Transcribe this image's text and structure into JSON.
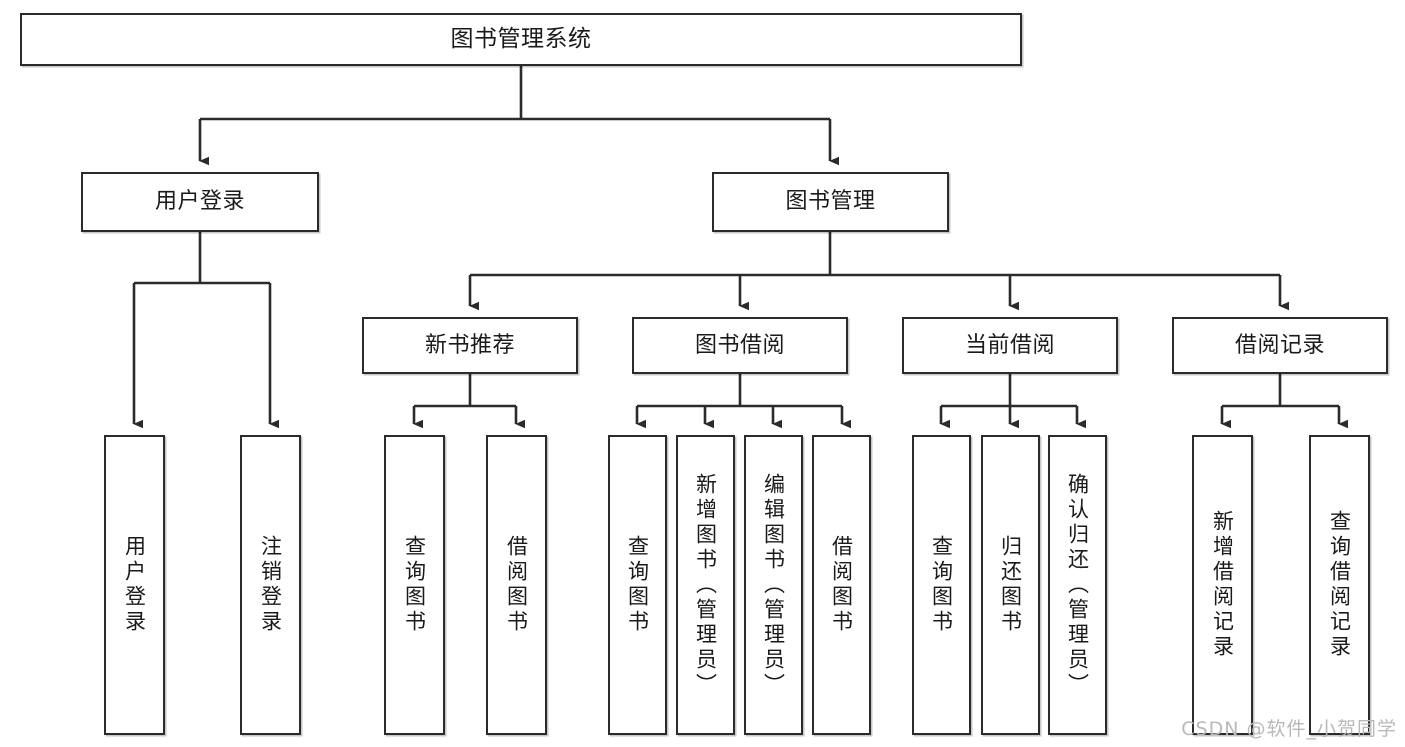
{
  "diagram": {
    "title": "图书管理系统",
    "type": "tree",
    "orientation": "top-down",
    "colors": {
      "box_border": "#2b2b2b",
      "box_fill": "#ffffff",
      "edge": "#2b2b2b",
      "text": "#1a1a1a",
      "watermark": "#b9b9b9"
    },
    "nodes": {
      "root": {
        "label": "图书管理系统",
        "level": 1
      },
      "user_login": {
        "label": "用户登录",
        "level": 2
      },
      "book_manage": {
        "label": "图书管理",
        "level": 2
      },
      "new_book_rec": {
        "label": "新书推荐",
        "level": 3
      },
      "book_borrow": {
        "label": "图书借阅",
        "level": 3
      },
      "current_borrow": {
        "label": "当前借阅",
        "level": 3
      },
      "borrow_record": {
        "label": "借阅记录",
        "level": 3
      },
      "leaf_user_login": {
        "label": "用户登录",
        "level": 4
      },
      "leaf_logout": {
        "label": "注销登录",
        "level": 4
      },
      "leaf_query_book_1": {
        "label": "查询图书",
        "level": 4
      },
      "leaf_borrow_book_1": {
        "label": "借阅图书",
        "level": 4
      },
      "leaf_query_book_2": {
        "label": "查询图书",
        "level": 4
      },
      "leaf_add_book": {
        "label": "新增图书（管理员）",
        "level": 4
      },
      "leaf_edit_book": {
        "label": "编辑图书（管理员）",
        "level": 4
      },
      "leaf_borrow_book_2": {
        "label": "借阅图书",
        "level": 4
      },
      "leaf_query_book_3": {
        "label": "查询图书",
        "level": 4
      },
      "leaf_return_book": {
        "label": "归还图书",
        "level": 4
      },
      "leaf_confirm_return": {
        "label": "确认归还（管理员）",
        "level": 4
      },
      "leaf_add_record": {
        "label": "新增借阅记录",
        "level": 4
      },
      "leaf_query_record": {
        "label": "查询借阅记录",
        "level": 4
      }
    },
    "edges": [
      {
        "from": "root",
        "to": "user_login"
      },
      {
        "from": "root",
        "to": "book_manage"
      },
      {
        "from": "user_login",
        "to": "leaf_user_login"
      },
      {
        "from": "user_login",
        "to": "leaf_logout"
      },
      {
        "from": "book_manage",
        "to": "new_book_rec"
      },
      {
        "from": "book_manage",
        "to": "book_borrow"
      },
      {
        "from": "book_manage",
        "to": "current_borrow"
      },
      {
        "from": "book_manage",
        "to": "borrow_record"
      },
      {
        "from": "new_book_rec",
        "to": "leaf_query_book_1"
      },
      {
        "from": "new_book_rec",
        "to": "leaf_borrow_book_1"
      },
      {
        "from": "book_borrow",
        "to": "leaf_query_book_2"
      },
      {
        "from": "book_borrow",
        "to": "leaf_add_book"
      },
      {
        "from": "book_borrow",
        "to": "leaf_edit_book"
      },
      {
        "from": "book_borrow",
        "to": "leaf_borrow_book_2"
      },
      {
        "from": "current_borrow",
        "to": "leaf_query_book_3"
      },
      {
        "from": "current_borrow",
        "to": "leaf_return_book"
      },
      {
        "from": "current_borrow",
        "to": "leaf_confirm_return"
      },
      {
        "from": "borrow_record",
        "to": "leaf_add_record"
      },
      {
        "from": "borrow_record",
        "to": "leaf_query_record"
      }
    ]
  },
  "watermark": {
    "text": "CSDN @软件_小贺同学"
  }
}
